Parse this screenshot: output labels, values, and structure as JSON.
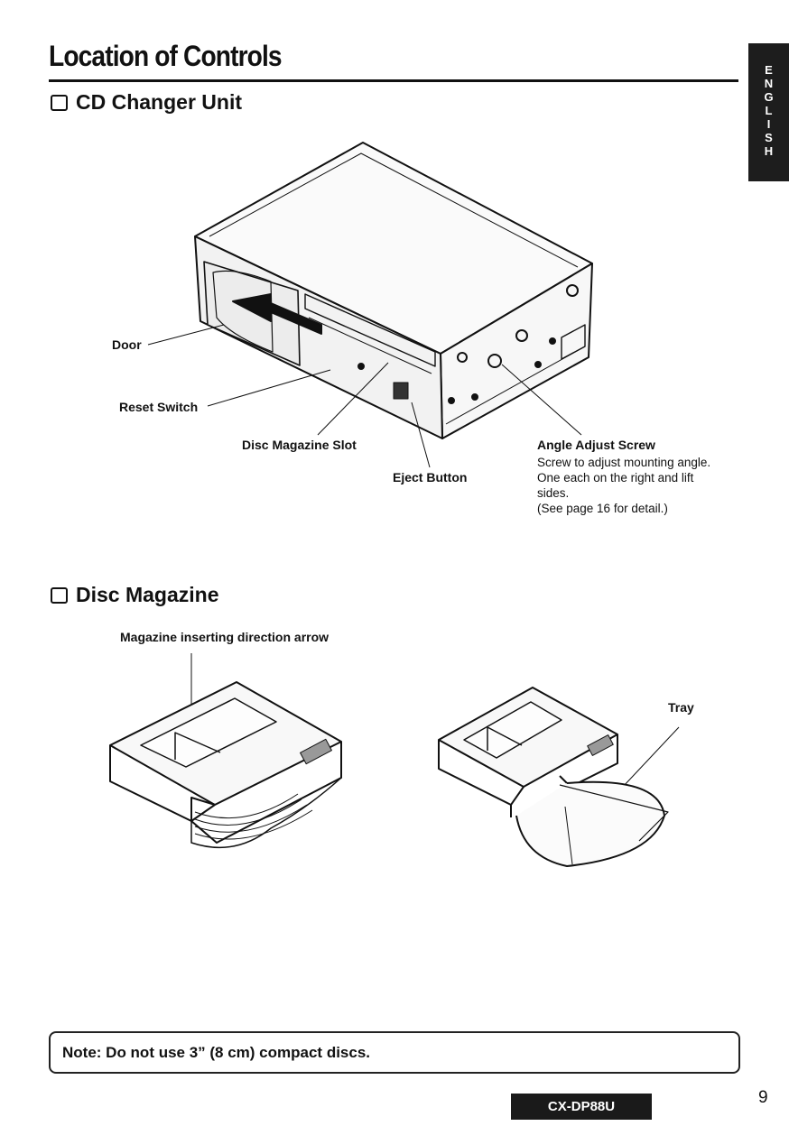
{
  "header": {
    "title": "Location of Controls",
    "language_tab": [
      "E",
      "N",
      "G",
      "L",
      "I",
      "S",
      "H"
    ]
  },
  "sections": {
    "cd_changer": {
      "title": "CD Changer Unit",
      "icon": "checkbox-square-icon",
      "labels": {
        "door": "Door",
        "reset_switch": "Reset Switch",
        "disc_magazine_slot": "Disc Magazine Slot",
        "eject_button": "Eject Button",
        "angle_adjust_screw": "Angle Adjust Screw"
      },
      "angle_adjust_desc": [
        "Screw to adjust mounting angle.",
        "One each on the right and lift",
        "sides.",
        "(See page 16 for detail.)"
      ]
    },
    "disc_magazine": {
      "title": "Disc Magazine",
      "icon": "checkbox-square-icon",
      "labels": {
        "inserting_arrow": "Magazine inserting direction arrow",
        "tray": "Tray"
      }
    }
  },
  "note": "Note: Do not use 3” (8 cm) compact discs.",
  "footer": {
    "model": "CX-DP88U",
    "page_number": "9"
  }
}
